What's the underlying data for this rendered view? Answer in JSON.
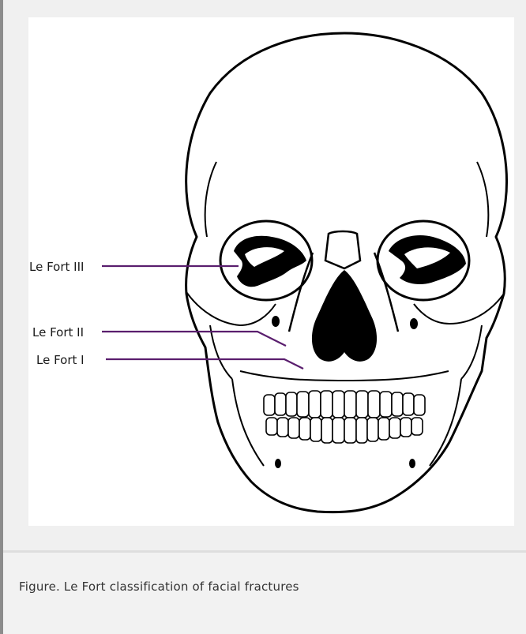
{
  "figure": {
    "labels": {
      "le_fort_iii": "Le Fort III",
      "le_fort_ii": "Le Fort II",
      "le_fort_i": "Le Fort I"
    },
    "leader_color": "#5a1e6e",
    "caption": "Figure. Le Fort classification of facial fractures"
  }
}
